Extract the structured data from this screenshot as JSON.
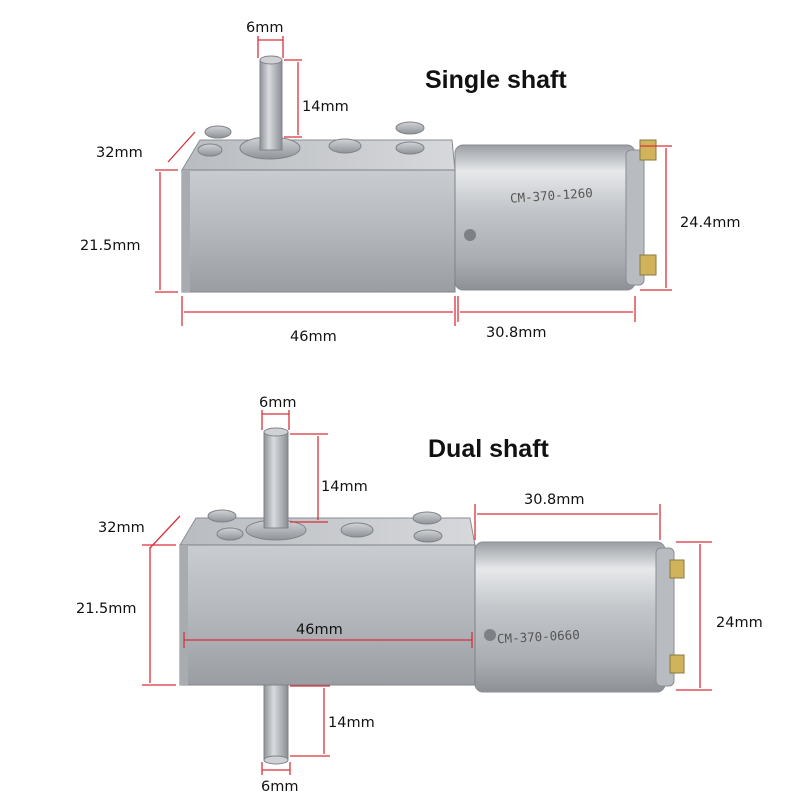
{
  "single": {
    "title": "Single shaft",
    "dims": {
      "shaft_diameter": "6mm",
      "shaft_length": "14mm",
      "depth": "32mm",
      "height": "21.5mm",
      "gearbox_length": "46mm",
      "motor_length": "30.8mm",
      "motor_diameter": "24.4mm"
    },
    "motor_label": "CM-370-1260"
  },
  "dual": {
    "title": "Dual shaft",
    "dims": {
      "shaft_diameter_top": "6mm",
      "shaft_length_top": "14mm",
      "depth": "32mm",
      "height": "21.5mm",
      "gearbox_length": "46mm",
      "motor_length": "30.8mm",
      "motor_diameter": "24mm",
      "shaft_length_bottom": "14mm",
      "shaft_diameter_bottom": "6mm"
    },
    "motor_label": "CM-370-0660"
  },
  "colors": {
    "dimension_line": "#d8323a",
    "metal_light": "#d9dbde",
    "metal_dark": "#8f9398"
  }
}
